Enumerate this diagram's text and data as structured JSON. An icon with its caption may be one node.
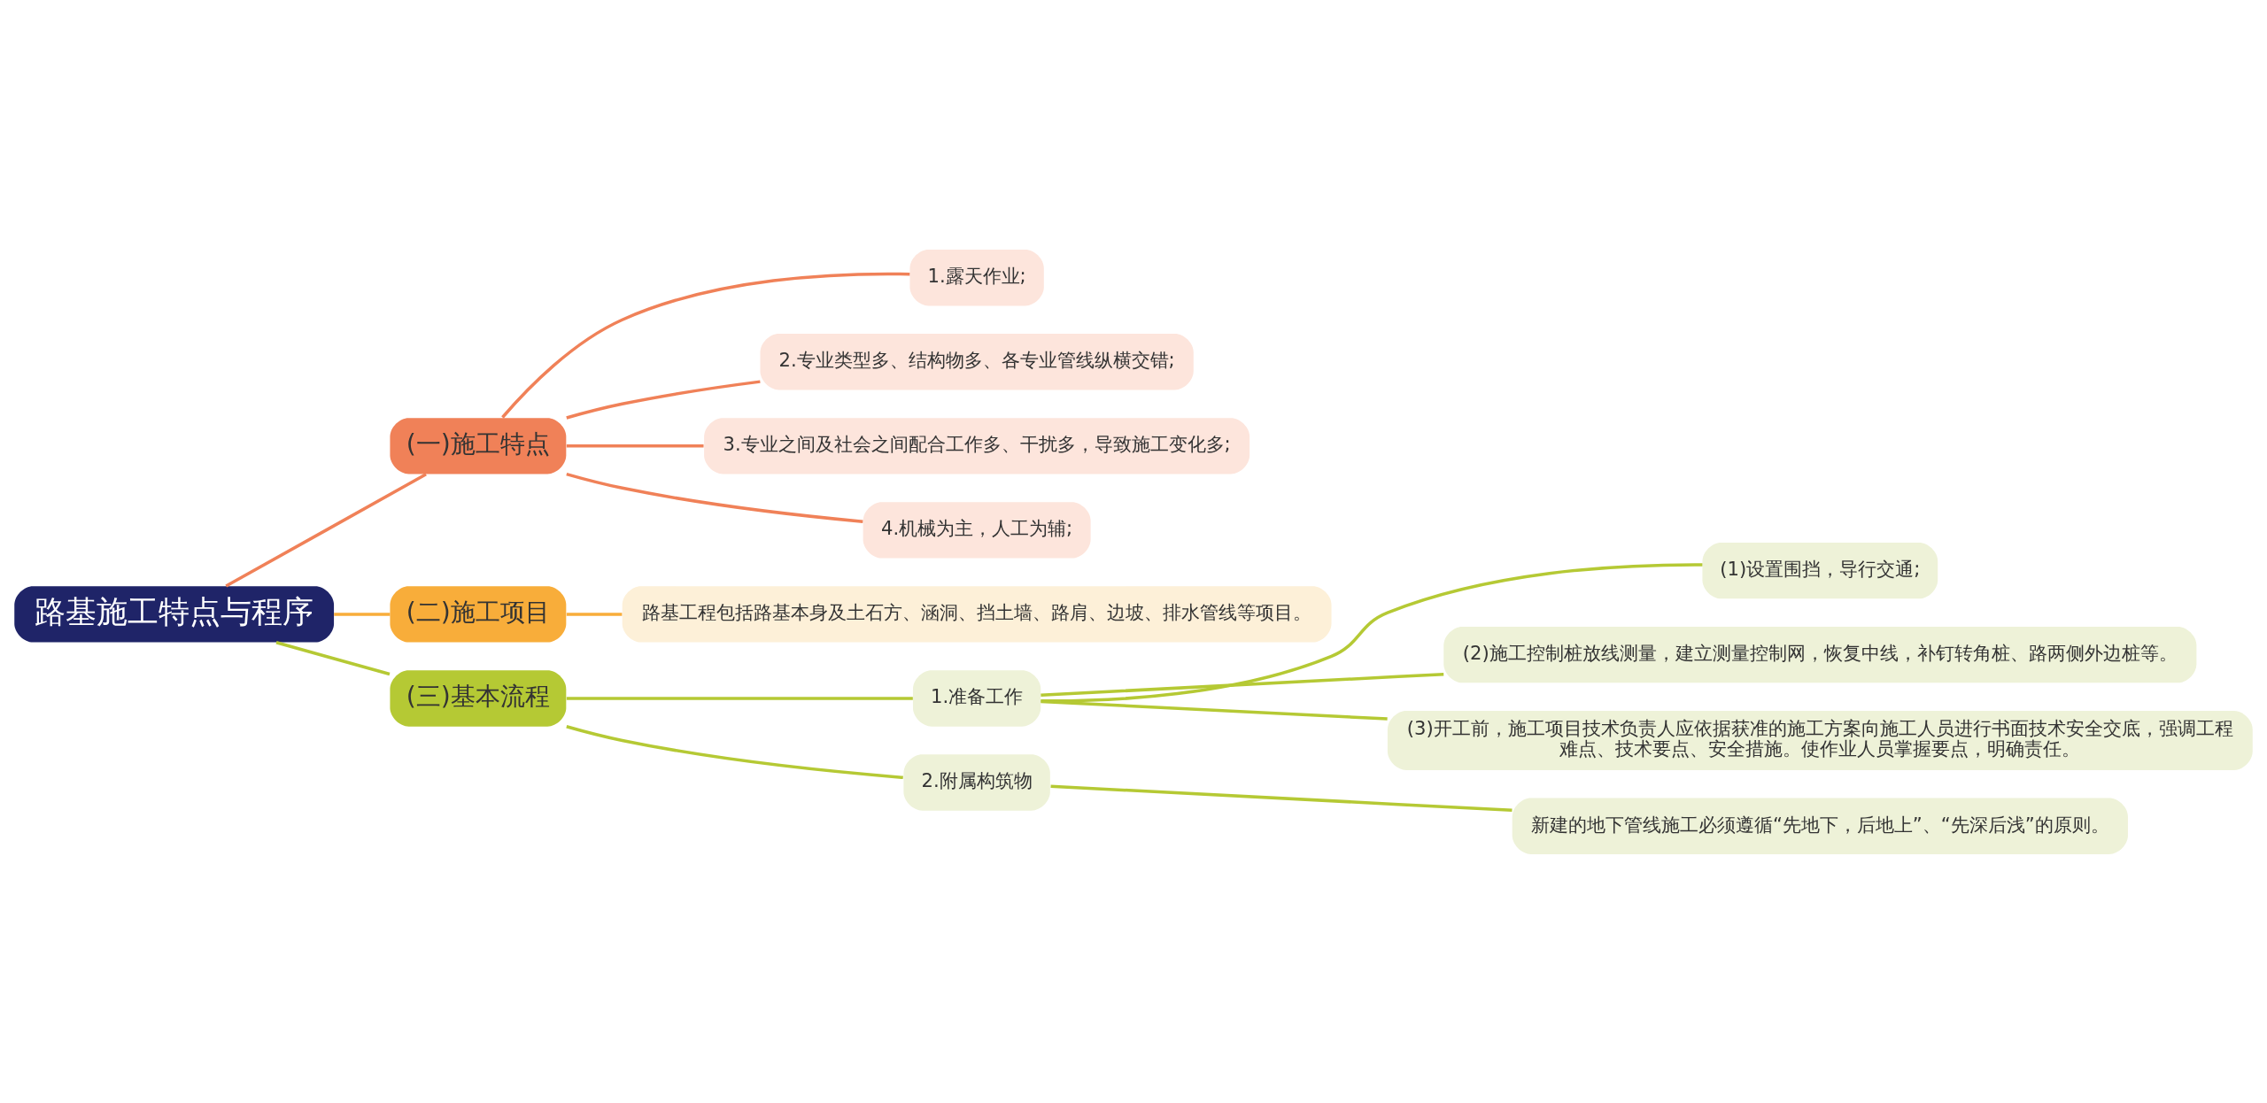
{
  "diagram": {
    "nodes": [
      {
        "text": [
          "路基施工特点与程序"
        ]
      },
      {
        "text": [
          "(一)施工特点"
        ]
      },
      {
        "text": [
          "1.露天作业;"
        ]
      },
      {
        "text": [
          "2.专业类型多、结构物多、各专业管线纵横交错;"
        ]
      },
      {
        "text": [
          "3.专业之间及社会之间配合工作多、干扰多，导致施工变化多;"
        ]
      },
      {
        "text": [
          "4.机械为主，人工为辅;"
        ]
      },
      {
        "text": [
          "(二)施工项目"
        ]
      },
      {
        "text": [
          "路基工程包括路基本身及土石方、涵洞、挡土墙、路肩、边坡、排水管线等项目。"
        ]
      },
      {
        "text": [
          "(三)基本流程"
        ]
      },
      {
        "text": [
          "1.准备工作"
        ]
      },
      {
        "text": [
          "(1)设置围挡，导行交通;"
        ]
      },
      {
        "text": [
          "(2)施工控制桩放线测量，建立测量控制网，恢复中线，补钉转角桩、路两侧外边桩等。"
        ]
      },
      {
        "text": [
          "(3)开工前，施工项目技术负责人应依据获准的施工方案向施工人员进行书面技术安全交底，强调工程难点、技术要点、安全措施。使作业人员掌握要点，明确责任。"
        ]
      },
      {
        "text": [
          "2.附属构筑物"
        ]
      },
      {
        "text": [
          "新建的地下管线施工必须遵循“先地下，后地上”、“先深后浅”的原则。"
        ]
      }
    ],
    "edges": [
      {
        "from": 0,
        "to": 1,
        "arrow": "none",
        "color": "#f08158"
      },
      {
        "from": 1,
        "to": 2,
        "arrow": "none",
        "color": "#f08158"
      },
      {
        "from": 1,
        "to": 3,
        "arrow": "none",
        "color": "#f08158"
      },
      {
        "from": 1,
        "to": 4,
        "arrow": "none",
        "color": "#f08158"
      },
      {
        "from": 1,
        "to": 5,
        "arrow": "none",
        "color": "#f08158"
      },
      {
        "from": 0,
        "to": 6,
        "arrow": "none",
        "color": "#f8ad3a"
      },
      {
        "from": 6,
        "to": 7,
        "arrow": "none",
        "color": "#f8ad3a"
      },
      {
        "from": 0,
        "to": 8,
        "arrow": "none"
      },
      {
        "from": 8,
        "to": 9,
        "arrow": "none"
      },
      {
        "from": 9,
        "to": 10,
        "arrow": "none"
      },
      {
        "from": 9,
        "to": 11,
        "arrow": "none"
      },
      {
        "from": 9,
        "to": 12,
        "arrow": "none"
      },
      {
        "from": 8,
        "to": 13,
        "arrow": "none"
      },
      {
        "from": 13,
        "to": 14,
        "arrow": "none"
      }
    ]
  }
}
